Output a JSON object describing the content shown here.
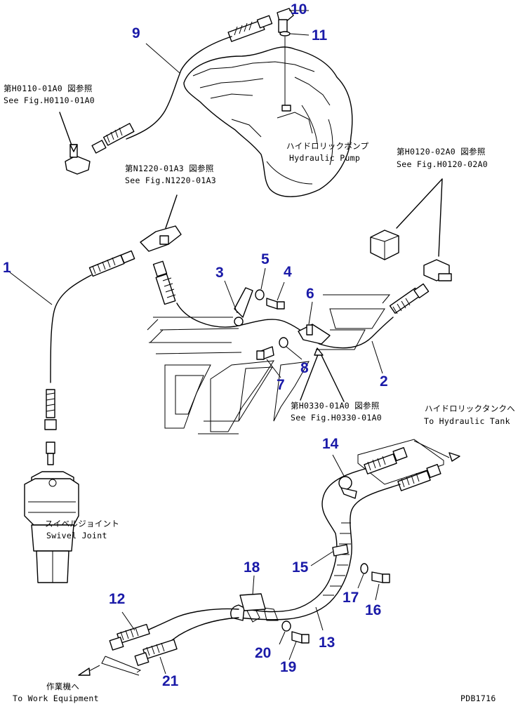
{
  "callouts": {
    "p1": "1",
    "p2": "2",
    "p3": "3",
    "p4": "4",
    "p5": "5",
    "p6": "6",
    "p7": "7",
    "p8": "8",
    "p9": "9",
    "p10": "10",
    "p11": "11",
    "p12": "12",
    "p13": "13",
    "p14": "14",
    "p15": "15",
    "p16": "16",
    "p17": "17",
    "p18": "18",
    "p19": "19",
    "p20": "20",
    "p21": "21"
  },
  "notes": {
    "ref_h0110_jp": "第H0110-01A0 図参照",
    "ref_h0110_en": "See Fig.H0110-01A0",
    "hyd_pump_jp": "ハイドロリックポンプ",
    "hyd_pump_en": "Hydraulic Pump",
    "ref_h0120_jp": "第H0120-02A0 図参照",
    "ref_h0120_en": "See Fig.H0120-02A0",
    "ref_n1220_jp": "第N1220-01A3 図参照",
    "ref_n1220_en": "See Fig.N1220-01A3",
    "ref_h0330_jp": "第H0330-01A0 図参照",
    "ref_h0330_en": "See Fig.H0330-01A0",
    "hyd_tank_jp": "ハイドロリックタンクへ",
    "hyd_tank_en": "To Hydraulic Tank",
    "swivel_jp": "スイベルジョイント",
    "swivel_en": "Swivel Joint",
    "work_eq_jp": "作業機へ",
    "work_eq_en": "To Work Equipment",
    "drawing_no": "PDB1716"
  },
  "colors": {
    "callout": "#1a1aa8",
    "line": "#000000",
    "background": "#ffffff"
  }
}
